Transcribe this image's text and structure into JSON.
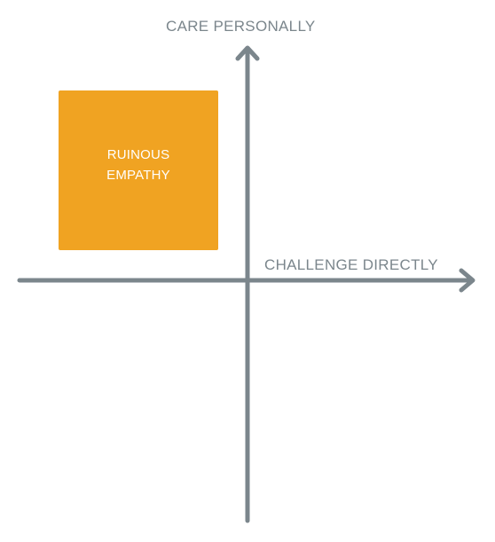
{
  "diagram": {
    "y_axis_label": "CARE PERSONALLY",
    "x_axis_label": "CHALLENGE DIRECTLY",
    "quadrant": {
      "label": "RUINOUS EMPATHY"
    }
  },
  "colors": {
    "axis": "#7b868c",
    "quadrant_box": "#f0a322",
    "quadrant_text": "#ffffff",
    "background": "#ffffff"
  }
}
